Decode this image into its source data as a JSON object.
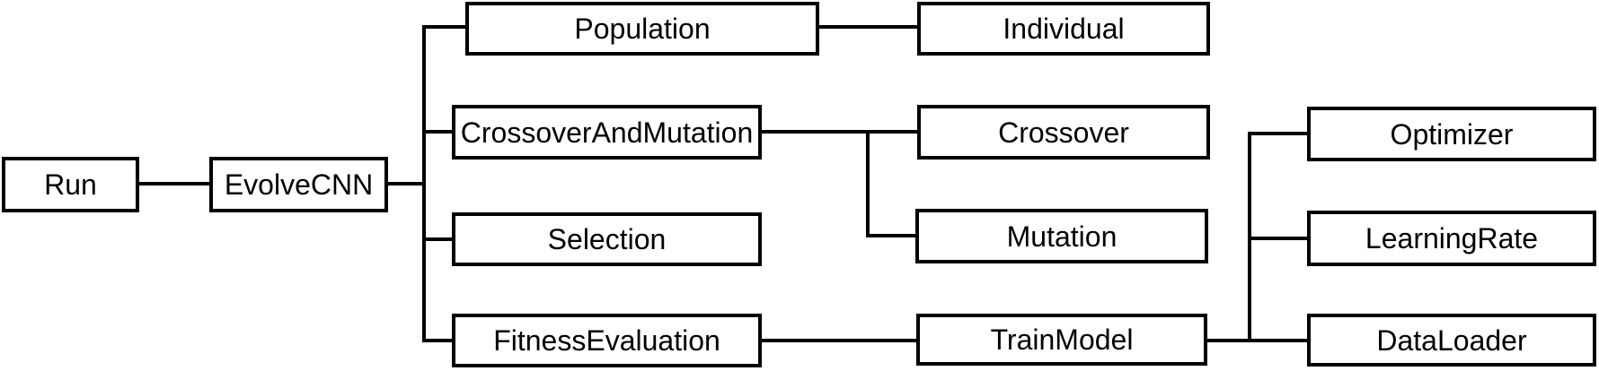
{
  "diagram": {
    "type": "hierarchy-flowchart",
    "background_color": "#ffffff",
    "box_fill_color": "#ffffff",
    "box_border_color": "#000000",
    "text_color": "#000000",
    "line_color": "#000000",
    "nodes": {
      "run": "Run",
      "evolvecnn": "EvolveCNN",
      "population": "Population",
      "crossover_and_mutation": "CrossoverAndMutation",
      "selection": "Selection",
      "fitness_evaluation": "FitnessEvaluation",
      "individual": "Individual",
      "crossover": "Crossover",
      "mutation": "Mutation",
      "train_model": "TrainModel",
      "optimizer": "Optimizer",
      "learning_rate": "LearningRate",
      "data_loader": "DataLoader"
    },
    "edges": [
      [
        "Run",
        "EvolveCNN"
      ],
      [
        "EvolveCNN",
        "Population"
      ],
      [
        "EvolveCNN",
        "CrossoverAndMutation"
      ],
      [
        "EvolveCNN",
        "Selection"
      ],
      [
        "EvolveCNN",
        "FitnessEvaluation"
      ],
      [
        "Population",
        "Individual"
      ],
      [
        "CrossoverAndMutation",
        "Crossover"
      ],
      [
        "CrossoverAndMutation",
        "Mutation"
      ],
      [
        "FitnessEvaluation",
        "TrainModel"
      ],
      [
        "TrainModel",
        "Optimizer"
      ],
      [
        "TrainModel",
        "LearningRate"
      ],
      [
        "TrainModel",
        "DataLoader"
      ]
    ]
  }
}
